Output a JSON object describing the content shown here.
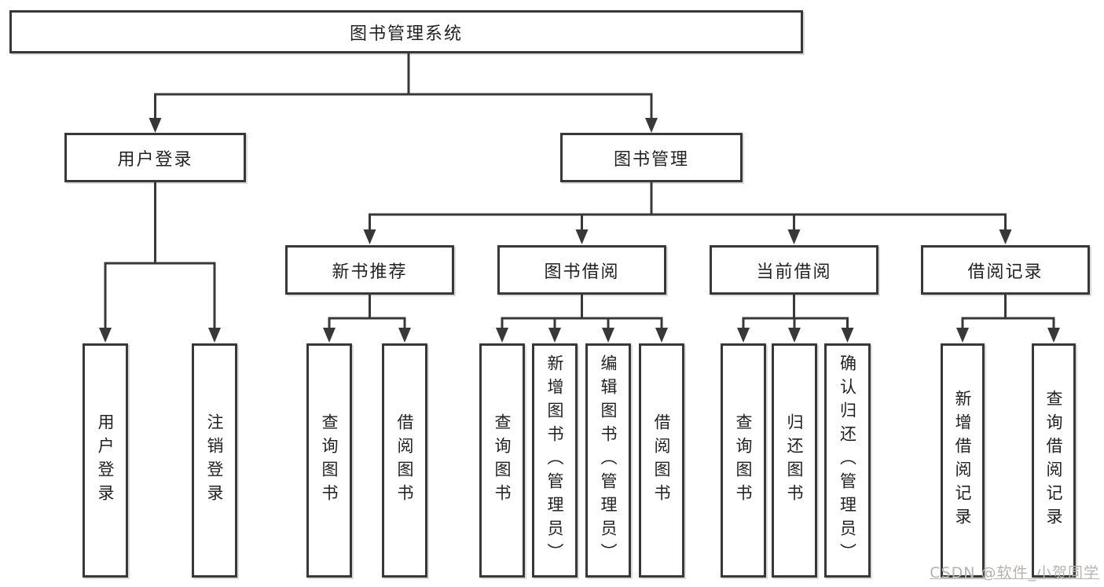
{
  "diagram": {
    "root": {
      "label": "图书管理系统"
    },
    "level2": {
      "user_login": {
        "label": "用户登录"
      },
      "book_management": {
        "label": "图书管理"
      }
    },
    "level3": {
      "new_book_recommend": {
        "label": "新书推荐"
      },
      "book_borrow": {
        "label": "图书借阅"
      },
      "current_borrow": {
        "label": "当前借阅"
      },
      "borrow_records": {
        "label": "借阅记录"
      }
    },
    "leaves": {
      "user_login": [
        "用户登录",
        "注销登录"
      ],
      "new_book_recommend": [
        "查询图书",
        "借阅图书"
      ],
      "book_borrow": [
        "查询图书",
        "新增图书（管理员）",
        "编辑图书（管理员）",
        "借阅图书"
      ],
      "current_borrow": [
        "查询图书",
        "归还图书",
        "确认归还（管理员）"
      ],
      "borrow_records": [
        "新增借阅记录",
        "查询借阅记录"
      ]
    }
  },
  "watermark": {
    "text": "CSDN @软件_小贺同学"
  },
  "colors": {
    "line": "#383838",
    "box_border": "#383838",
    "text": "#222222",
    "watermark": "#b9b1b1",
    "background": "#ffffff"
  }
}
